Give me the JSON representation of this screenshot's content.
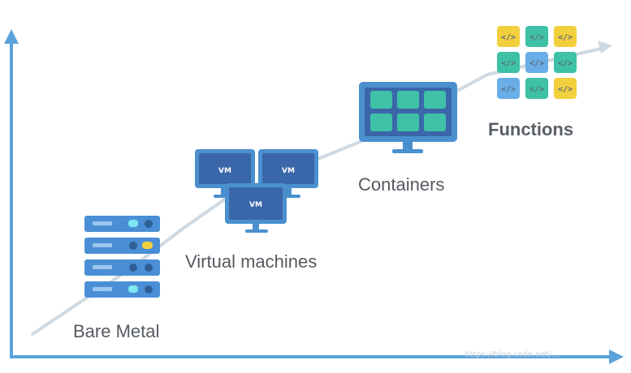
{
  "stages": {
    "bare_metal": "Bare Metal",
    "virtual_machines": "Virtual machines",
    "containers": "Containers",
    "functions": "Functions"
  },
  "vm_badge": "VM",
  "code_tag": "</>",
  "watermark": "https://blog.csdn.net/...",
  "colors": {
    "axis": "#5aa3dc",
    "trend": "#cfd9e2",
    "vm_blue": "#3a67a9",
    "monitor_frame": "#4a90cf",
    "server_blue": "#4a8fd6",
    "tile_green": "#3ec1a6",
    "tile_yellow": "#f2cf3c",
    "tile_blue": "#6aaee8"
  }
}
